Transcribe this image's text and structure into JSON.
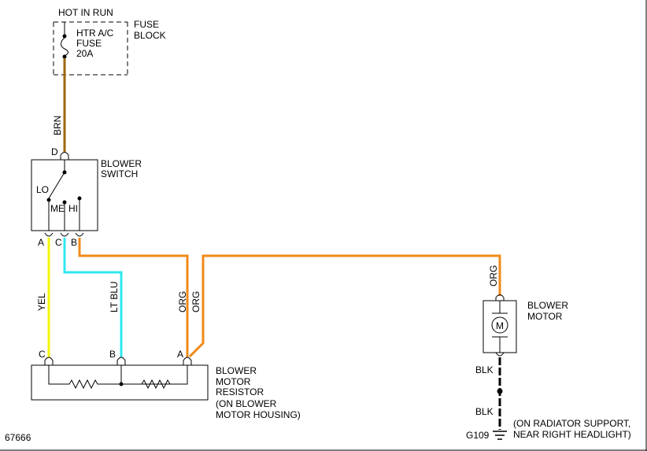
{
  "labels": {
    "hot_in_run": "HOT IN RUN",
    "fuse_block_1": "FUSE",
    "fuse_block_2": "BLOCK",
    "fuse_1": "HTR A/C",
    "fuse_2": "FUSE",
    "fuse_3": "20A",
    "switch_title_1": "BLOWER",
    "switch_title_2": "SWITCH",
    "pos_lo": "LO",
    "pos_me": "ME",
    "pos_hi": "HI",
    "pin_d": "D",
    "pin_a": "A",
    "pin_c": "C",
    "pin_b": "B",
    "res_pin_c": "C",
    "res_pin_b": "B",
    "res_pin_a": "A",
    "resistor_1": "BLOWER",
    "resistor_2": "MOTOR",
    "resistor_3": "RESISTOR",
    "resistor_4": "(ON BLOWER",
    "resistor_5": "MOTOR HOUSING)",
    "motor_1": "BLOWER",
    "motor_2": "MOTOR",
    "motor_symbol": "M",
    "ground_1": "(ON RADIATOR SUPPORT,",
    "ground_2": "NEAR RIGHT HEADLIGHT)",
    "ground_id": "G109",
    "figure_id": "67666"
  },
  "wires": {
    "brn": "BRN",
    "yel": "YEL",
    "lt_blu": "LT BLU",
    "org": "ORG",
    "blk": "BLK"
  },
  "colors": {
    "brown": "#a0660a",
    "yellow": "#f4f40a",
    "light_blue": "#2ee8f0",
    "orange": "#f08a1a",
    "black": "#000000"
  }
}
